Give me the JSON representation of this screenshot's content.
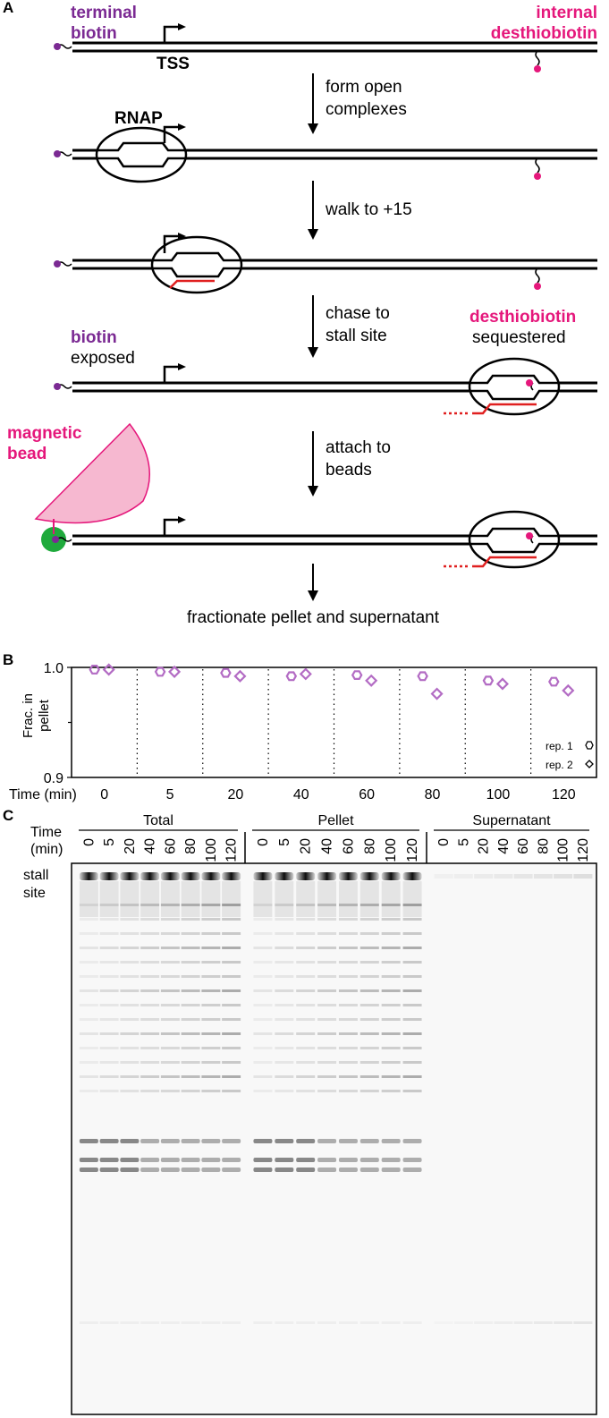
{
  "panels": {
    "a": "A",
    "b": "B",
    "c": "C"
  },
  "colors": {
    "purple": "#7b2a93",
    "pink": "#e5177b",
    "red": "#e02020",
    "green": "#1faa3c",
    "bead": "#f6b8d0",
    "marker": "#b36cc4"
  },
  "panel_a": {
    "terminal_biotin": [
      "terminal",
      "biotin"
    ],
    "internal_desthiobiotin": [
      "internal",
      "desthiobiotin"
    ],
    "tss": "TSS",
    "rnap": "RNAP",
    "steps": [
      [
        "form open",
        "complexes"
      ],
      [
        "walk to +15"
      ],
      [
        "chase to",
        "stall site"
      ],
      [
        "attach to",
        "beads"
      ]
    ],
    "biotin_exposed": [
      "biotin",
      "exposed"
    ],
    "desthiobiotin_sequestered": [
      "desthiobiotin",
      "sequestered"
    ],
    "magnetic_bead": [
      "magnetic",
      "bead"
    ],
    "final_step": "fractionate pellet and supernatant"
  },
  "chart_data": {
    "type": "scatter",
    "ylabel": [
      "Frac. in",
      "pellet"
    ],
    "xlabel": "Time (min)",
    "categories": [
      "0",
      "5",
      "20",
      "40",
      "60",
      "80",
      "100",
      "120"
    ],
    "ylim": [
      0.9,
      1.0
    ],
    "yticks": [
      "1.0",
      "0.9"
    ],
    "series": [
      {
        "name": "rep. 1",
        "marker": "hexagon",
        "values": [
          0.998,
          0.996,
          0.995,
          0.992,
          0.993,
          0.992,
          0.988,
          0.987
        ]
      },
      {
        "name": "rep. 2",
        "marker": "diamond",
        "values": [
          0.998,
          0.996,
          0.992,
          0.994,
          0.988,
          0.976,
          0.985,
          0.979
        ]
      }
    ]
  },
  "panel_c": {
    "time_label": [
      "Time",
      "(min)"
    ],
    "stall_site": [
      "stall",
      "site"
    ],
    "groups": [
      {
        "name": "Total",
        "lanes": [
          "0",
          "5",
          "20",
          "40",
          "60",
          "80",
          "100",
          "120"
        ]
      },
      {
        "name": "Pellet",
        "lanes": [
          "0",
          "5",
          "20",
          "40",
          "60",
          "80",
          "100",
          "120"
        ]
      },
      {
        "name": "Supernatant",
        "lanes": [
          "0",
          "5",
          "20",
          "40",
          "60",
          "80",
          "100",
          "120"
        ]
      }
    ]
  }
}
